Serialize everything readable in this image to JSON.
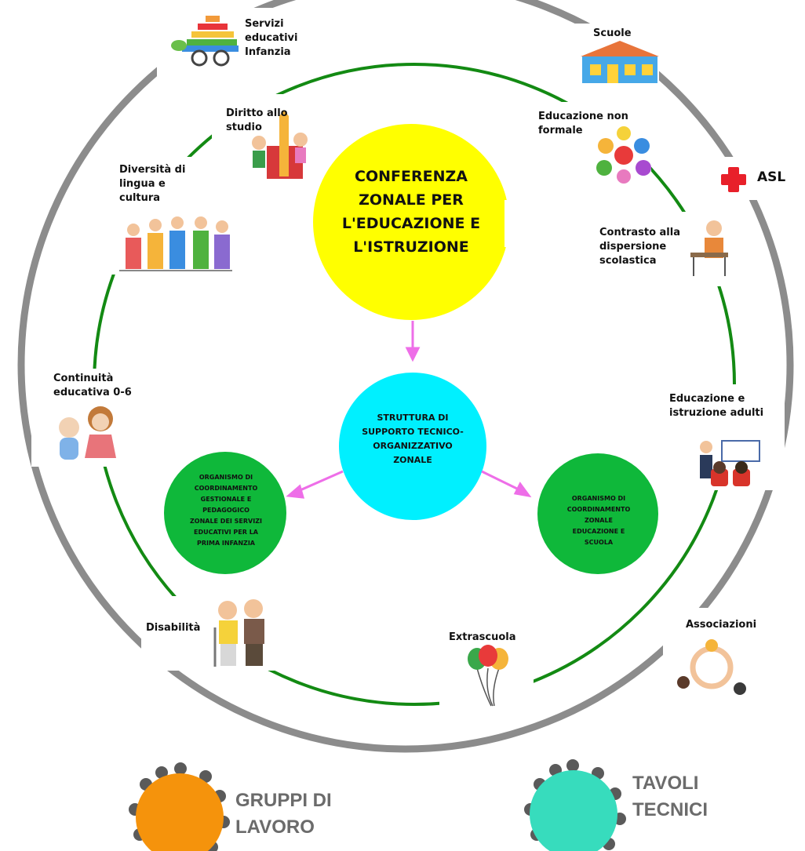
{
  "center": {
    "title": "CONFERENZA\nZONALE PER\nL'EDUCAZIONE E\nL'ISTRUZIONE",
    "color": "#ffff00"
  },
  "support": {
    "title": "STRUTTURA DI\nSUPPORTO TECNICO-\nORGANIZZATIVO\nZONALE",
    "color": "#00f0ff"
  },
  "left_body": {
    "title": "ORGANISMO DI\nCOORDINAMENTO\nGESTIONALE E\nPEDAGOGICO\nZONALE DEI SERVIZI\nEDUCATIVI PER LA\nPRIMA INFANZIA",
    "color": "#0fb83a"
  },
  "right_body": {
    "title": "ORGANISMO DI\nCOORDINAMENTO\nZONALE\nEDUCAZIONE E\nSCUOLA",
    "color": "#0fb83a"
  },
  "inner_ring": [
    {
      "label": "Diritto allo\nstudio",
      "icon": "children-books-icon"
    },
    {
      "label": "Diversità di\nlingua e\ncultura",
      "icon": "diverse-kids-icon"
    },
    {
      "label": "Continuità\neducativa 0-6",
      "icon": "toddlers-icon"
    },
    {
      "label": "Disabilità",
      "icon": "crutches-friends-icon"
    },
    {
      "label": "Extrascuola",
      "icon": "balloons-icon"
    },
    {
      "label": "Educazione e\nistruzione adulti",
      "icon": "adult-class-icon"
    },
    {
      "label": "Contrasto alla\ndispersione\nscolastica",
      "icon": "student-desk-icon"
    },
    {
      "label": "Educazione non\nformale",
      "icon": "painted-hands-icon"
    }
  ],
  "outer_ring": [
    {
      "label": "Servizi\neducativi\nInfanzia",
      "icon": "toy-turtle-icon"
    },
    {
      "label": "Scuole",
      "icon": "school-building-icon"
    },
    {
      "label": "ASL",
      "icon": "red-cross-icon"
    },
    {
      "label": "Associazioni",
      "icon": "holding-hands-icon"
    }
  ],
  "bottom": {
    "left": {
      "label": "GRUPPI DI\nLAVORO",
      "color": "#f5930c",
      "icon": "people-round-table-icon"
    },
    "right": {
      "label": "TAVOLI\nTECNICI",
      "color": "#37dcbd",
      "icon": "people-round-table-icon"
    }
  },
  "colors": {
    "inner_ring": "#138a13",
    "outer_ring": "#8c8c8c",
    "arrow": "#ee6ee8",
    "cross": "#e8202a"
  }
}
